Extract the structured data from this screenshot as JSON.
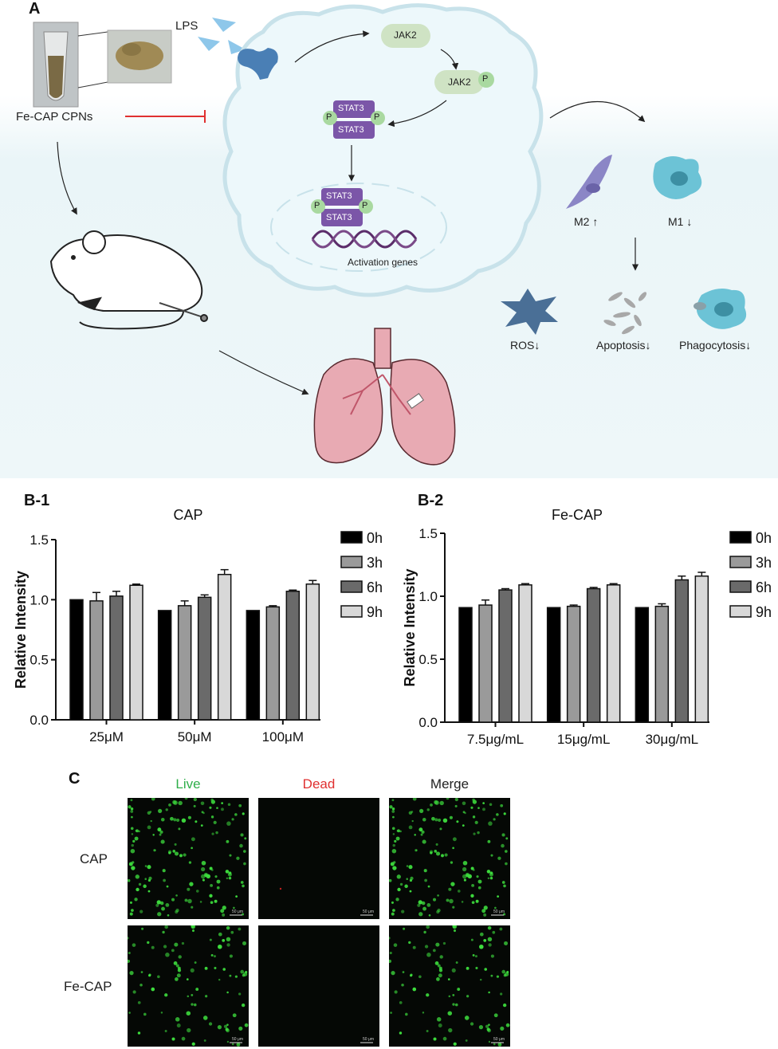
{
  "panel_a": {
    "letter": "A",
    "lps_label": "LPS",
    "nanoparticle_label": "Fe-CAP CPNs",
    "jak2_label": "JAK2",
    "jak2p_label": "JAK2",
    "phospho_label": "P",
    "stat3_label": "STAT3",
    "activation_label": "Activation genes",
    "m2_label": "M2 ↑",
    "m1_label": "M1 ↓",
    "ros_label": "ROS↓",
    "apoptosis_label": "Apoptosis↓",
    "phagocytosis_label": "Phagocytosis↓",
    "colors": {
      "receptor": "#4a7fb5",
      "jak2": "#cfe3c4",
      "stat3": "#7b56a8",
      "phospho": "#a9d9a0",
      "inhibit": "#e03030",
      "lung": "#e8aab3",
      "cell": "#ffffff",
      "m1": "#6cc3d6",
      "m2": "#8b86c6",
      "ros": "#4a6f96"
    }
  },
  "chart_data": [
    {
      "panel": "B-1",
      "type": "bar",
      "title": "CAP",
      "ylabel": "Relative Intensity",
      "xlabel": "",
      "categories": [
        "25μM",
        "50μM",
        "100μM"
      ],
      "series": [
        {
          "name": "0h",
          "values": [
            1.0,
            0.91,
            0.91
          ],
          "errors": [
            0,
            0,
            0
          ],
          "color": "#000000"
        },
        {
          "name": "3h",
          "values": [
            0.99,
            0.95,
            0.94
          ],
          "errors": [
            0.07,
            0.04,
            0.01
          ],
          "color": "#9a9a9a"
        },
        {
          "name": "6h",
          "values": [
            1.03,
            1.02,
            1.07
          ],
          "errors": [
            0.04,
            0.02,
            0.01
          ],
          "color": "#6a6a6a"
        },
        {
          "name": "9h",
          "values": [
            1.12,
            1.21,
            1.13
          ],
          "errors": [
            0.01,
            0.04,
            0.03
          ],
          "color": "#d8d8d8"
        }
      ],
      "ylim": [
        0,
        1.5
      ],
      "yticks": [
        "0.0",
        "0.5",
        "1.0",
        "1.5"
      ],
      "legend": "right"
    },
    {
      "panel": "B-2",
      "type": "bar",
      "title": "Fe-CAP",
      "ylabel": "Relative Intensity",
      "xlabel": "",
      "categories": [
        "7.5μg/mL",
        "15μg/mL",
        "30μg/mL"
      ],
      "series": [
        {
          "name": "0h",
          "values": [
            0.91,
            0.91,
            0.91
          ],
          "errors": [
            0,
            0,
            0
          ],
          "color": "#000000"
        },
        {
          "name": "3h",
          "values": [
            0.93,
            0.92,
            0.92
          ],
          "errors": [
            0.04,
            0.01,
            0.02
          ],
          "color": "#9a9a9a"
        },
        {
          "name": "6h",
          "values": [
            1.05,
            1.06,
            1.13
          ],
          "errors": [
            0.01,
            0.01,
            0.03
          ],
          "color": "#6a6a6a"
        },
        {
          "name": "9h",
          "values": [
            1.09,
            1.09,
            1.16
          ],
          "errors": [
            0.01,
            0.01,
            0.03
          ],
          "color": "#d8d8d8"
        }
      ],
      "ylim": [
        0,
        1.5
      ],
      "yticks": [
        "0.0",
        "0.5",
        "1.0",
        "1.5"
      ],
      "legend": "right"
    }
  ],
  "panel_c": {
    "letter": "C",
    "columns": [
      "Live",
      "Dead",
      "Merge"
    ],
    "column_colors": [
      "#2fae4a",
      "#e03030",
      "#222222"
    ],
    "rows": [
      "CAP",
      "Fe-CAP"
    ],
    "scale_bar": "50 μm",
    "live_color": "#3ddc3d",
    "dead_color": "#c02020"
  }
}
